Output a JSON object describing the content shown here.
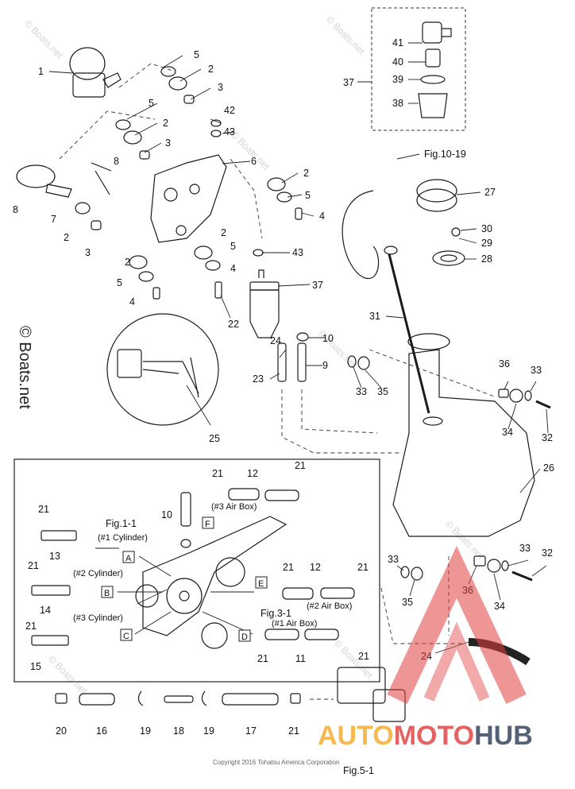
{
  "parts": {
    "p1": "1",
    "p2a": "2",
    "p2b": "2",
    "p2c": "2",
    "p2d": "2",
    "p2e": "2",
    "p2f": "2",
    "p3a": "3",
    "p3b": "3",
    "p3c": "3",
    "p4a": "4",
    "p4b": "4",
    "p4c": "4",
    "p5a": "5",
    "p5b": "5",
    "p5c": "5",
    "p5d": "5",
    "p5e": "5",
    "p6": "6",
    "p7": "7",
    "p8a": "8",
    "p8b": "8",
    "p9": "9",
    "p10a": "10",
    "p10b": "10",
    "p11": "11",
    "p12a": "12",
    "p12b": "12",
    "p13": "13",
    "p14": "14",
    "p15": "15",
    "p16": "16",
    "p17": "17",
    "p18": "18",
    "p19a": "19",
    "p19b": "19",
    "p20": "20",
    "p21a": "21",
    "p21b": "21",
    "p21c": "21",
    "p21d": "21",
    "p21e": "21",
    "p21f": "21",
    "p21g": "21",
    "p21h": "21",
    "p21i": "21",
    "p21j": "21",
    "p22": "22",
    "p23": "23",
    "p24a": "24",
    "p24b": "24",
    "p25": "25",
    "p26": "26",
    "p27": "27",
    "p28": "28",
    "p29": "29",
    "p30": "30",
    "p31": "31",
    "p32a": "32",
    "p32b": "32",
    "p33a": "33",
    "p33b": "33",
    "p33c": "33",
    "p33d": "33",
    "p34a": "34",
    "p34b": "34",
    "p35a": "35",
    "p35b": "35",
    "p36a": "36",
    "p36b": "36",
    "p37a": "37",
    "p37b": "37",
    "p38": "38",
    "p39": "39",
    "p40": "40",
    "p41": "41",
    "p42": "42",
    "p43a": "43",
    "p43b": "43"
  },
  "letters": {
    "A": "A",
    "B": "B",
    "C": "C",
    "D": "D",
    "E": "E",
    "F": "F"
  },
  "labels": {
    "fig10_19": "Fig.10-19",
    "fig1_1": "Fig.1-1",
    "fig3_1": "Fig.3-1",
    "fig5_1": "Fig.5-1",
    "cyl1": "(#1 Cylinder)",
    "cyl2": "(#2 Cylinder)",
    "cyl3": "(#3 Cylinder)",
    "air3": "(#3 Air Box)",
    "air2": "(#2 Air Box)",
    "air1": "(#1 Air Box)"
  },
  "copyright": "Copyright 2016 Tohatsu America Corporation",
  "side_watermark": "© Boats.net",
  "watermark": "© Boats.net",
  "brand": {
    "part1": "AUTO",
    "part2": "MOTO",
    "part3": "HUB",
    "color1": "#f5a623",
    "color2": "#e03a3a",
    "color3": "#2a3a55"
  },
  "colors": {
    "line": "#1a1a1a",
    "logo": "#e04040"
  }
}
